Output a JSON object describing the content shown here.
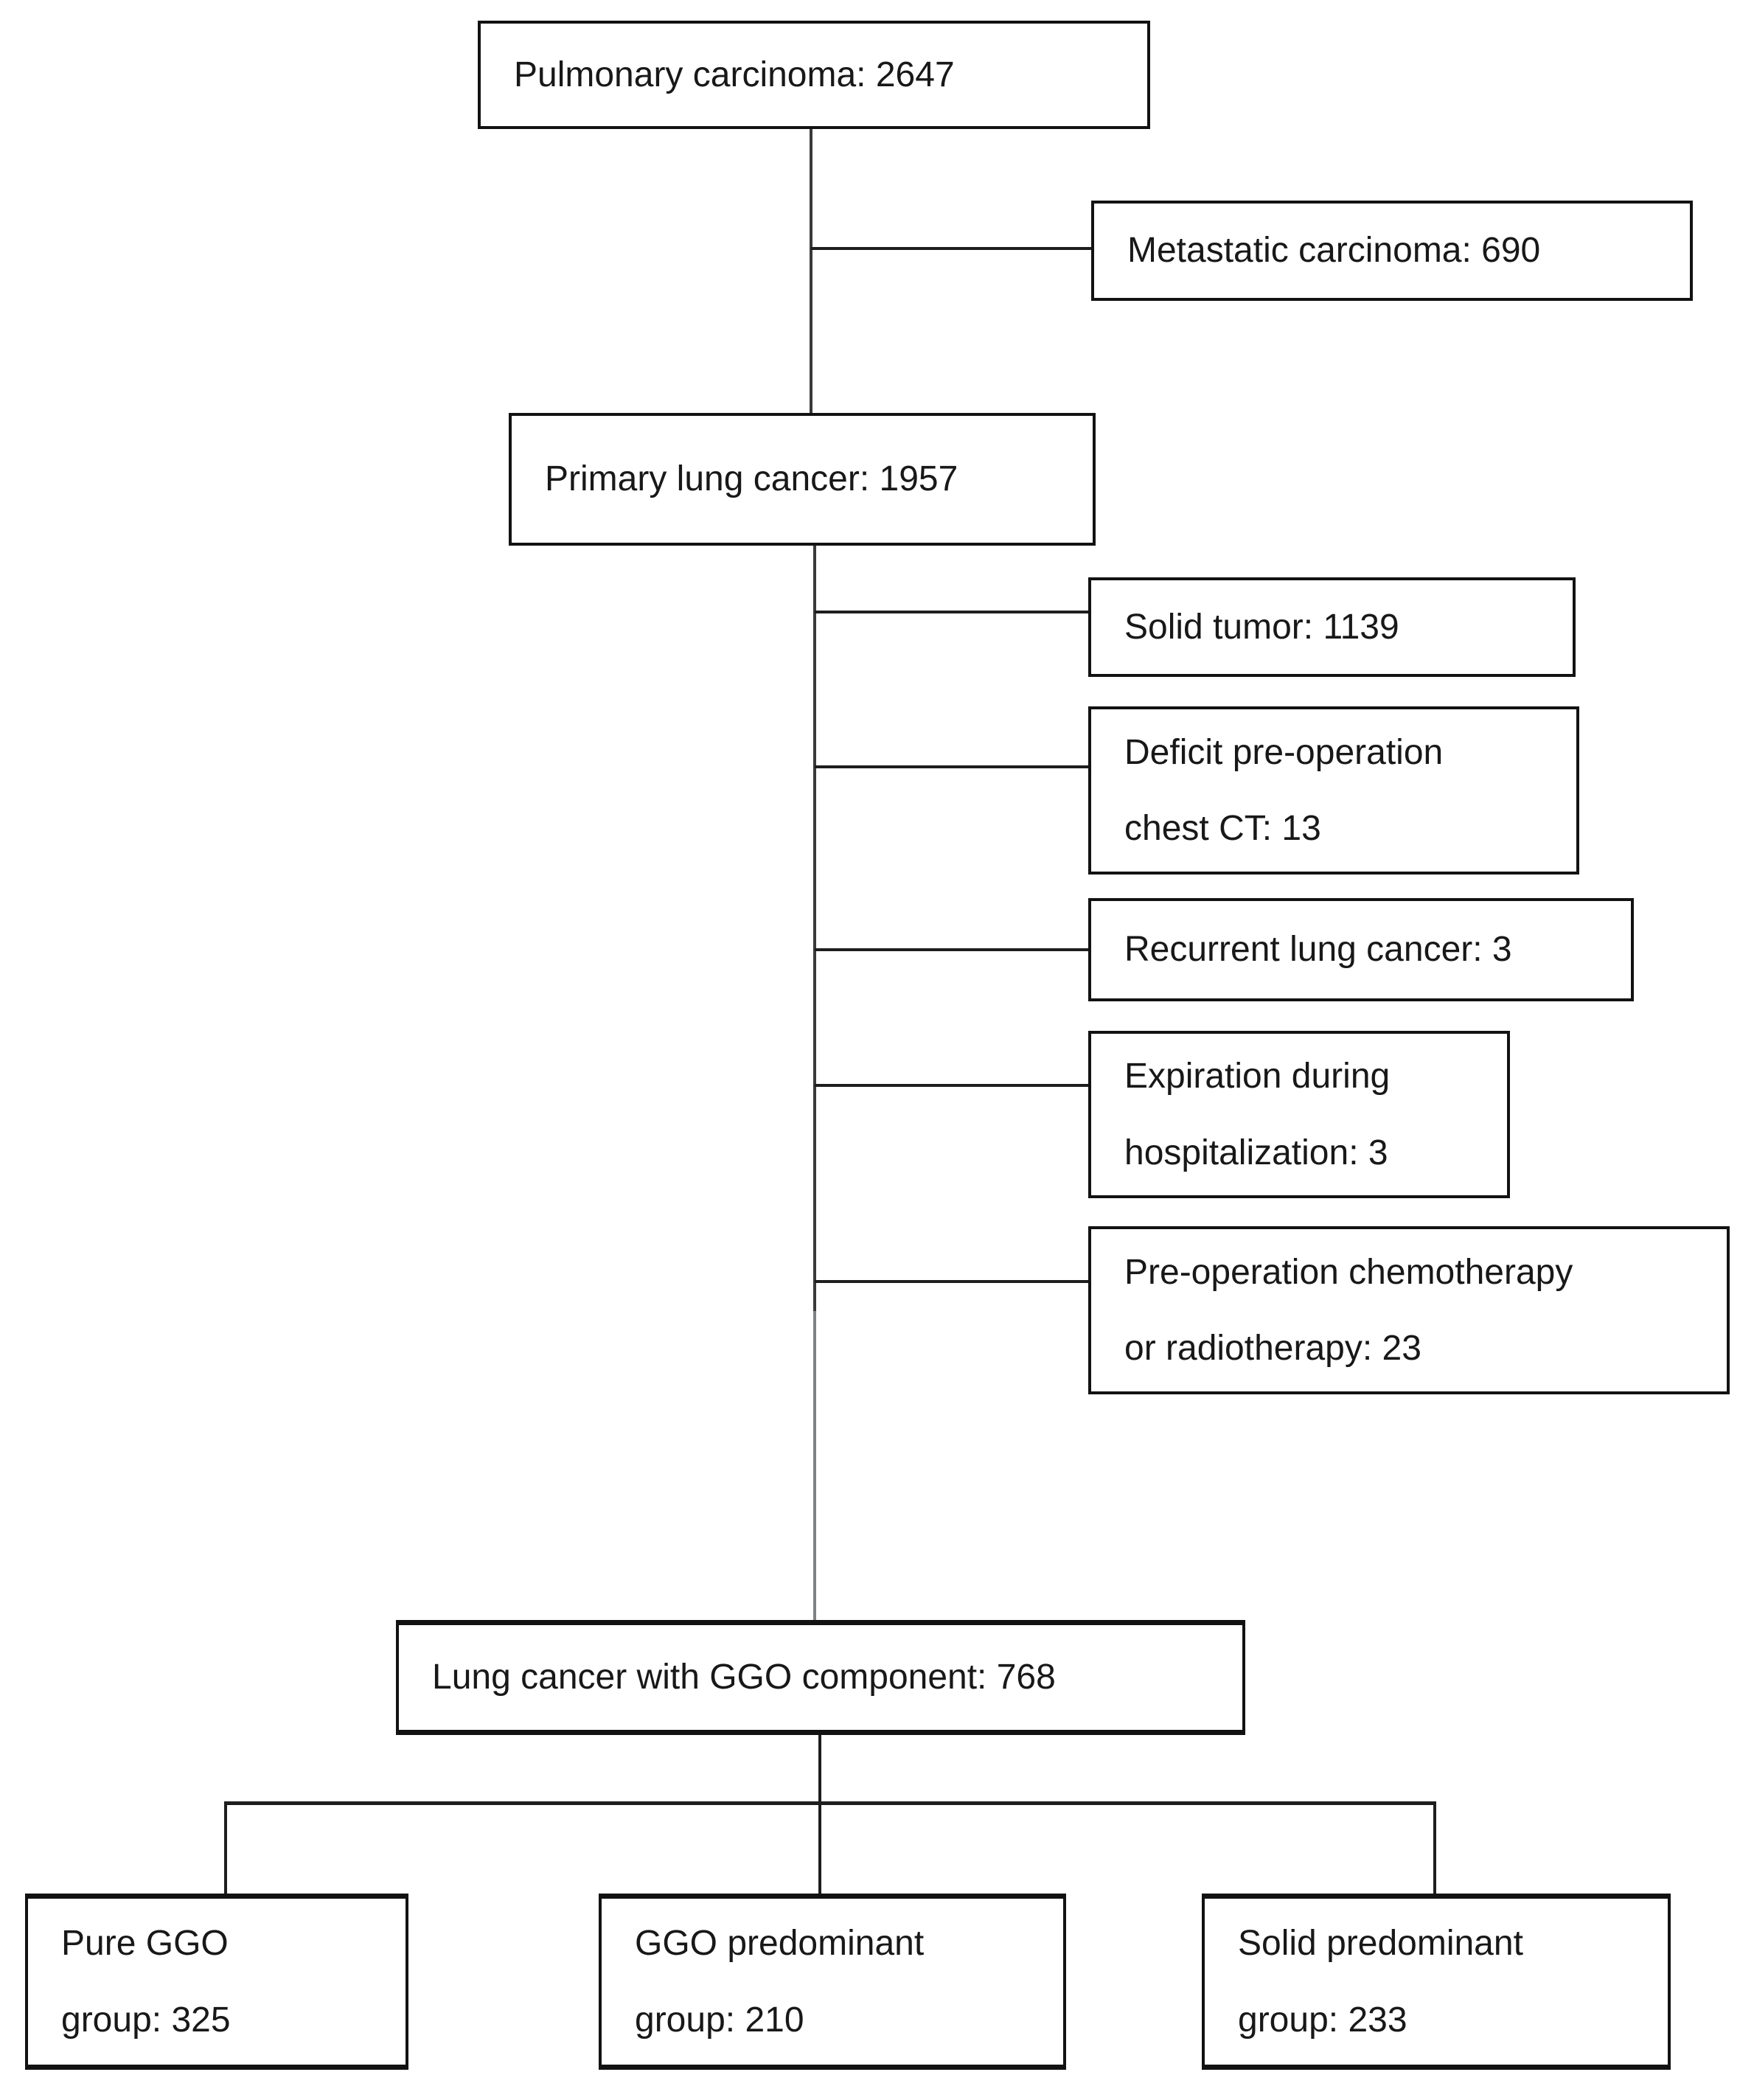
{
  "figure": {
    "type": "patient-selection-flowchart",
    "background_color": "#ffffff",
    "box_border_color": "#121212",
    "text_color": "#181818",
    "connector_color": "#1e1e1e",
    "trunk_connector_color": "#7f8184"
  },
  "nodes": {
    "pulmonary": {
      "line1": "Pulmonary carcinoma: 2647",
      "value": 2647
    },
    "metastatic": {
      "line1": "Metastatic carcinoma: 690",
      "value": 690
    },
    "primary": {
      "line1": "Primary lung cancer: 1957",
      "value": 1957
    },
    "solid_tumor": {
      "line1": "Solid tumor: 1139",
      "value": 1139
    },
    "deficit_ct": {
      "line1": "Deficit pre-operation",
      "line2": "chest CT: 13",
      "value": 13
    },
    "recurrent": {
      "line1": "Recurrent lung cancer: 3",
      "value": 3
    },
    "expiration": {
      "line1": "Expiration during",
      "line2": "hospitalization: 3",
      "value": 3
    },
    "preop_therapy": {
      "line1": "Pre-operation chemotherapy",
      "line2": "or radiotherapy: 23",
      "value": 23
    },
    "ggo_component": {
      "line1": "Lung cancer with GGO component: 768",
      "value": 768
    },
    "pure_ggo": {
      "line1": "Pure GGO",
      "line2": "group: 325",
      "value": 325
    },
    "ggo_predominant": {
      "line1": "GGO predominant",
      "line2": "group: 210",
      "value": 210
    },
    "solid_predominant": {
      "line1": "Solid predominant",
      "line2": "group: 233",
      "value": 233
    }
  }
}
